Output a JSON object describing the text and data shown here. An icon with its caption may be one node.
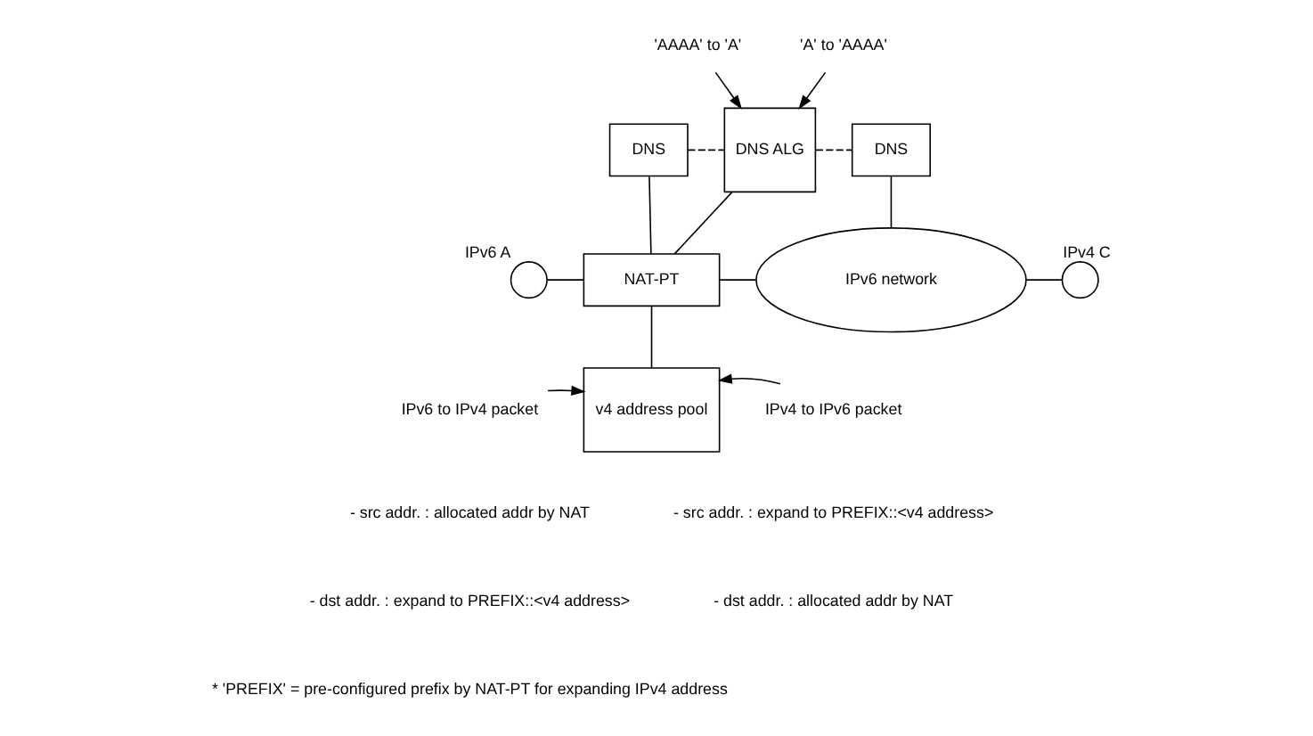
{
  "diagram": {
    "nodes": [
      {
        "text": [
          "DNS"
        ]
      },
      {
        "text": [
          "DNS ALG"
        ]
      },
      {
        "text": [
          "DNS"
        ]
      },
      {
        "text": [],
        "shape": "circle",
        "beside": [
          "IPv6 A"
        ]
      },
      {
        "text": [
          "NAT-PT"
        ]
      },
      {
        "text": [
          "IPv6 network"
        ]
      },
      {
        "text": [],
        "shape": "circle",
        "beside": [
          "IPv4 C"
        ]
      },
      {
        "text": [
          "v4 address pool"
        ]
      },
      {
        "text": [
          "'AAAA' to 'A'"
        ]
      },
      {
        "text": [
          "'A' to 'AAAA'"
        ]
      },
      {
        "text": [
          "IPv6 to IPv4 packet"
        ]
      },
      {
        "text": [
          "IPv4 to IPv6 packet"
        ]
      }
    ],
    "edges": [
      {
        "from": 8,
        "to": 1,
        "arrow": "to"
      },
      {
        "from": 9,
        "to": 1,
        "arrow": "to"
      },
      {
        "from": 0,
        "to": 1,
        "arrow": "none",
        "style": "dashed"
      },
      {
        "from": 1,
        "to": 2,
        "arrow": "none",
        "style": "dashed"
      },
      {
        "from": 3,
        "to": 4,
        "arrow": "none"
      },
      {
        "from": 0,
        "to": 4,
        "arrow": "none"
      },
      {
        "from": 1,
        "to": 4,
        "arrow": "none"
      },
      {
        "from": 4,
        "to": 5,
        "arrow": "none"
      },
      {
        "from": 2,
        "to": 5,
        "arrow": "none"
      },
      {
        "from": 5,
        "to": 6,
        "arrow": "none"
      },
      {
        "from": 4,
        "to": 7,
        "arrow": "none"
      },
      {
        "from": 10,
        "to": 7,
        "arrow": "to"
      },
      {
        "from": 11,
        "to": 7,
        "arrow": "to"
      }
    ],
    "labels": [
      "- src addr. : allocated addr by NAT",
      "- src addr. : expand to PREFIX::<v4 address>",
      "- dst addr. : expand to PREFIX::<v4 address>",
      "- dst addr. : allocated addr by NAT",
      "* 'PREFIX' = pre-configured prefix by NAT-PT for expanding IPv4 address"
    ]
  }
}
